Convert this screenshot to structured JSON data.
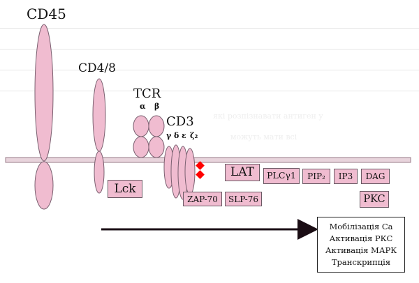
{
  "colors": {
    "molecule_fill": "#f0bcd0",
    "molecule_stroke": "#7a6070",
    "membrane": "#c9a9b6",
    "phospho_mark": "#ff0000",
    "arrow": "#1a0d14"
  },
  "labels": {
    "cd45": "CD45",
    "cd48": "CD4/8",
    "tcr": "TCR",
    "alpha": "α",
    "beta": "β",
    "cd3": "CD3",
    "cd3_chains": {
      "gamma": "γ",
      "delta": "δ",
      "epsilon": "ε",
      "zeta": "ζ₂"
    }
  },
  "boxes": {
    "lck": "Lck",
    "lat": "LAT",
    "plcy1": "PLCγ1",
    "pip2": "PIP₂",
    "ip3": "IP3",
    "dag": "DAG",
    "zap70": "ZAP-70",
    "slp76": "SLP-76",
    "pkc": "PKC"
  },
  "outcomes": [
    "Мобілізація Са",
    "Активація РКС",
    "Активація МАРК",
    "Транскрипція"
  ],
  "background_text": [
    "які розпізнавати антиген у",
    "можуть мати всі"
  ]
}
